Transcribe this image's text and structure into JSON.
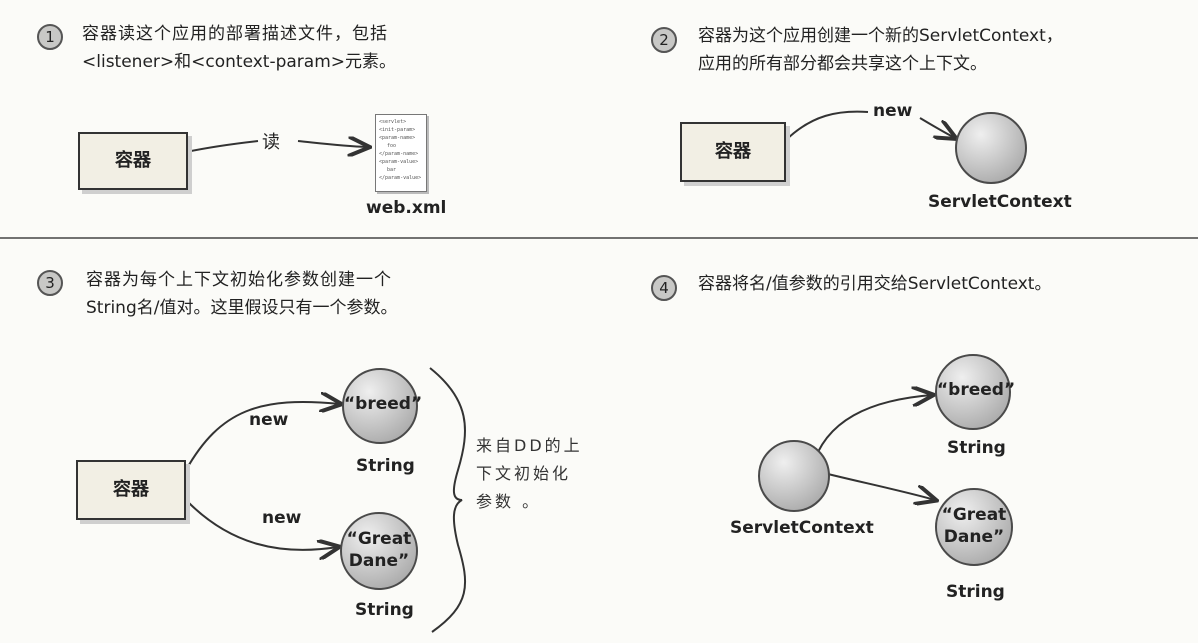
{
  "steps": [
    {
      "num": "1",
      "line1": "容器读这个应用的部署描述文件，包括",
      "line2": "<listener>和<context-param>元素。"
    },
    {
      "num": "2",
      "line1": "容器为这个应用创建一个新的ServletContext，",
      "line2": "应用的所有部分都会共享这个上下文。"
    },
    {
      "num": "3",
      "line1": "容器为每个上下文初始化参数创建一个",
      "line2": "String名/值对。这里假设只有一个参数。"
    },
    {
      "num": "4",
      "line1": "容器将名/值参数的引用交给ServletContext。"
    }
  ],
  "panel1": {
    "container": "容器",
    "read_label": "读",
    "file_label": "web.xml",
    "file_lines": [
      "<servlet>",
      "<init-param>",
      "<param-name>",
      "foo",
      "</param-name>",
      "<param-value>",
      "bar",
      "</param-value>"
    ]
  },
  "panel2": {
    "container": "容器",
    "new_label": "new",
    "object_label": "ServletContext"
  },
  "panel3": {
    "container": "容器",
    "new_label_1": "new",
    "new_label_2": "new",
    "ball1_text": "“breed”",
    "ball2_line1": "“Great",
    "ball2_line2": "Dane”",
    "type1": "String",
    "type2": "String",
    "note_line1": "来自DD的上",
    "note_line2": "下文初始化",
    "note_line3": "参数 。"
  },
  "panel4": {
    "context_label": "ServletContext",
    "ball1_text": "“breed”",
    "ball2_line1": "“Great",
    "ball2_line2": "Dane”",
    "type1": "String",
    "type2": "String"
  }
}
